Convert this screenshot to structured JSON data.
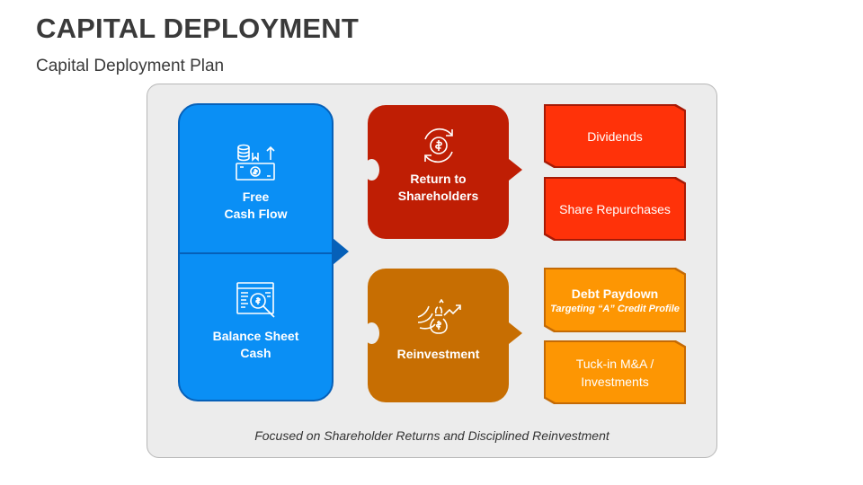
{
  "title": "CAPITAL DEPLOYMENT",
  "subtitle": "Capital Deployment Plan",
  "sources": [
    {
      "label_line1": "Free",
      "label_line2": "Cash Flow",
      "icon": "cash-stack-icon"
    },
    {
      "label_line1": "Balance Sheet",
      "label_line2": "Cash",
      "icon": "financial-report-search-icon"
    }
  ],
  "uses": [
    {
      "label_line1": "Return to",
      "label_line2": "Shareholders",
      "icon": "dollar-cycle-icon",
      "color": "#bf1e04"
    },
    {
      "label_line1": "Reinvestment",
      "label_line2": "",
      "icon": "growth-money-bag-icon",
      "color": "#c76e02"
    }
  ],
  "outcomes": [
    {
      "label": "Dividends",
      "sub": "",
      "color": "#ff3209"
    },
    {
      "label": "Share Repurchases",
      "sub": "",
      "color": "#ff3209"
    },
    {
      "label": "Debt Paydown",
      "sub": "Targeting “A” Credit Profile",
      "color": "#fd9603"
    },
    {
      "label_line1": "Tuck-in M&A /",
      "label_line2": "Investments",
      "color": "#fd9603"
    }
  ],
  "footer": "Focused on Shareholder Returns and Disciplined Reinvestment"
}
